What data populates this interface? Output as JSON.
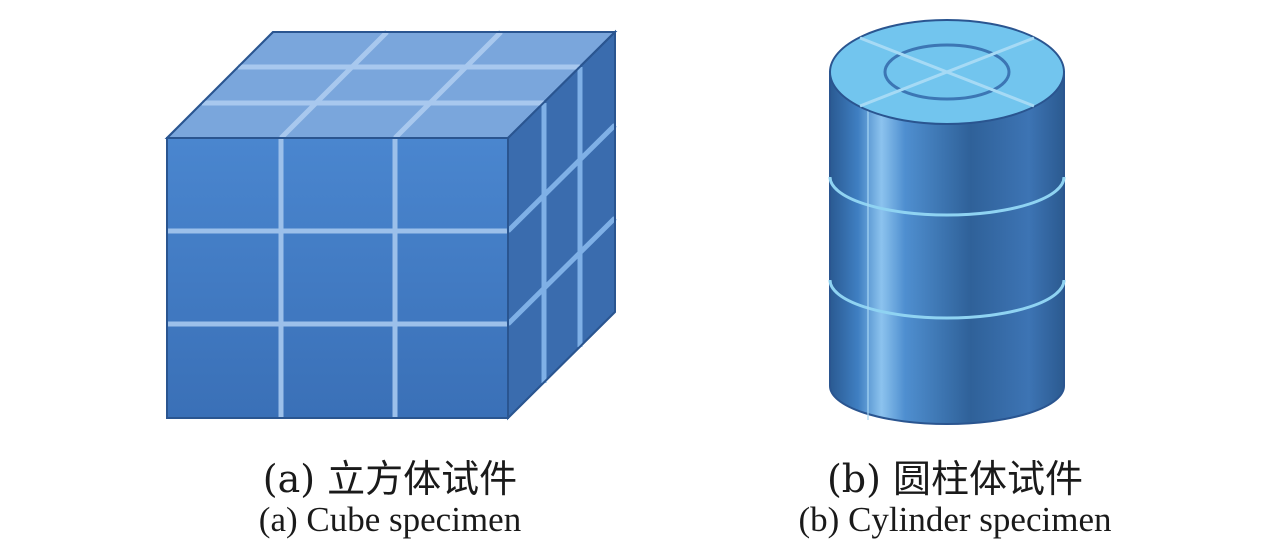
{
  "figure": {
    "panel_a": {
      "caption_zh": "(a) 立方体试件",
      "caption_en": "(a) Cube specimen",
      "grid": {
        "rows": 3,
        "cols": 3,
        "depth": 3
      },
      "colors": {
        "front": "#3f78c2",
        "top": "#7ea8dc",
        "side": "#3566a8",
        "gap": "#9cc0ea"
      }
    },
    "panel_b": {
      "caption_zh": "(b) 圆柱体试件",
      "caption_en": "(b) Cylinder specimen",
      "layers": 3,
      "colors": {
        "top": "#6fc3ec",
        "body_dark": "#2e5f95",
        "body_light": "#5f9fd8",
        "ring": "#8fd3f2"
      }
    }
  }
}
